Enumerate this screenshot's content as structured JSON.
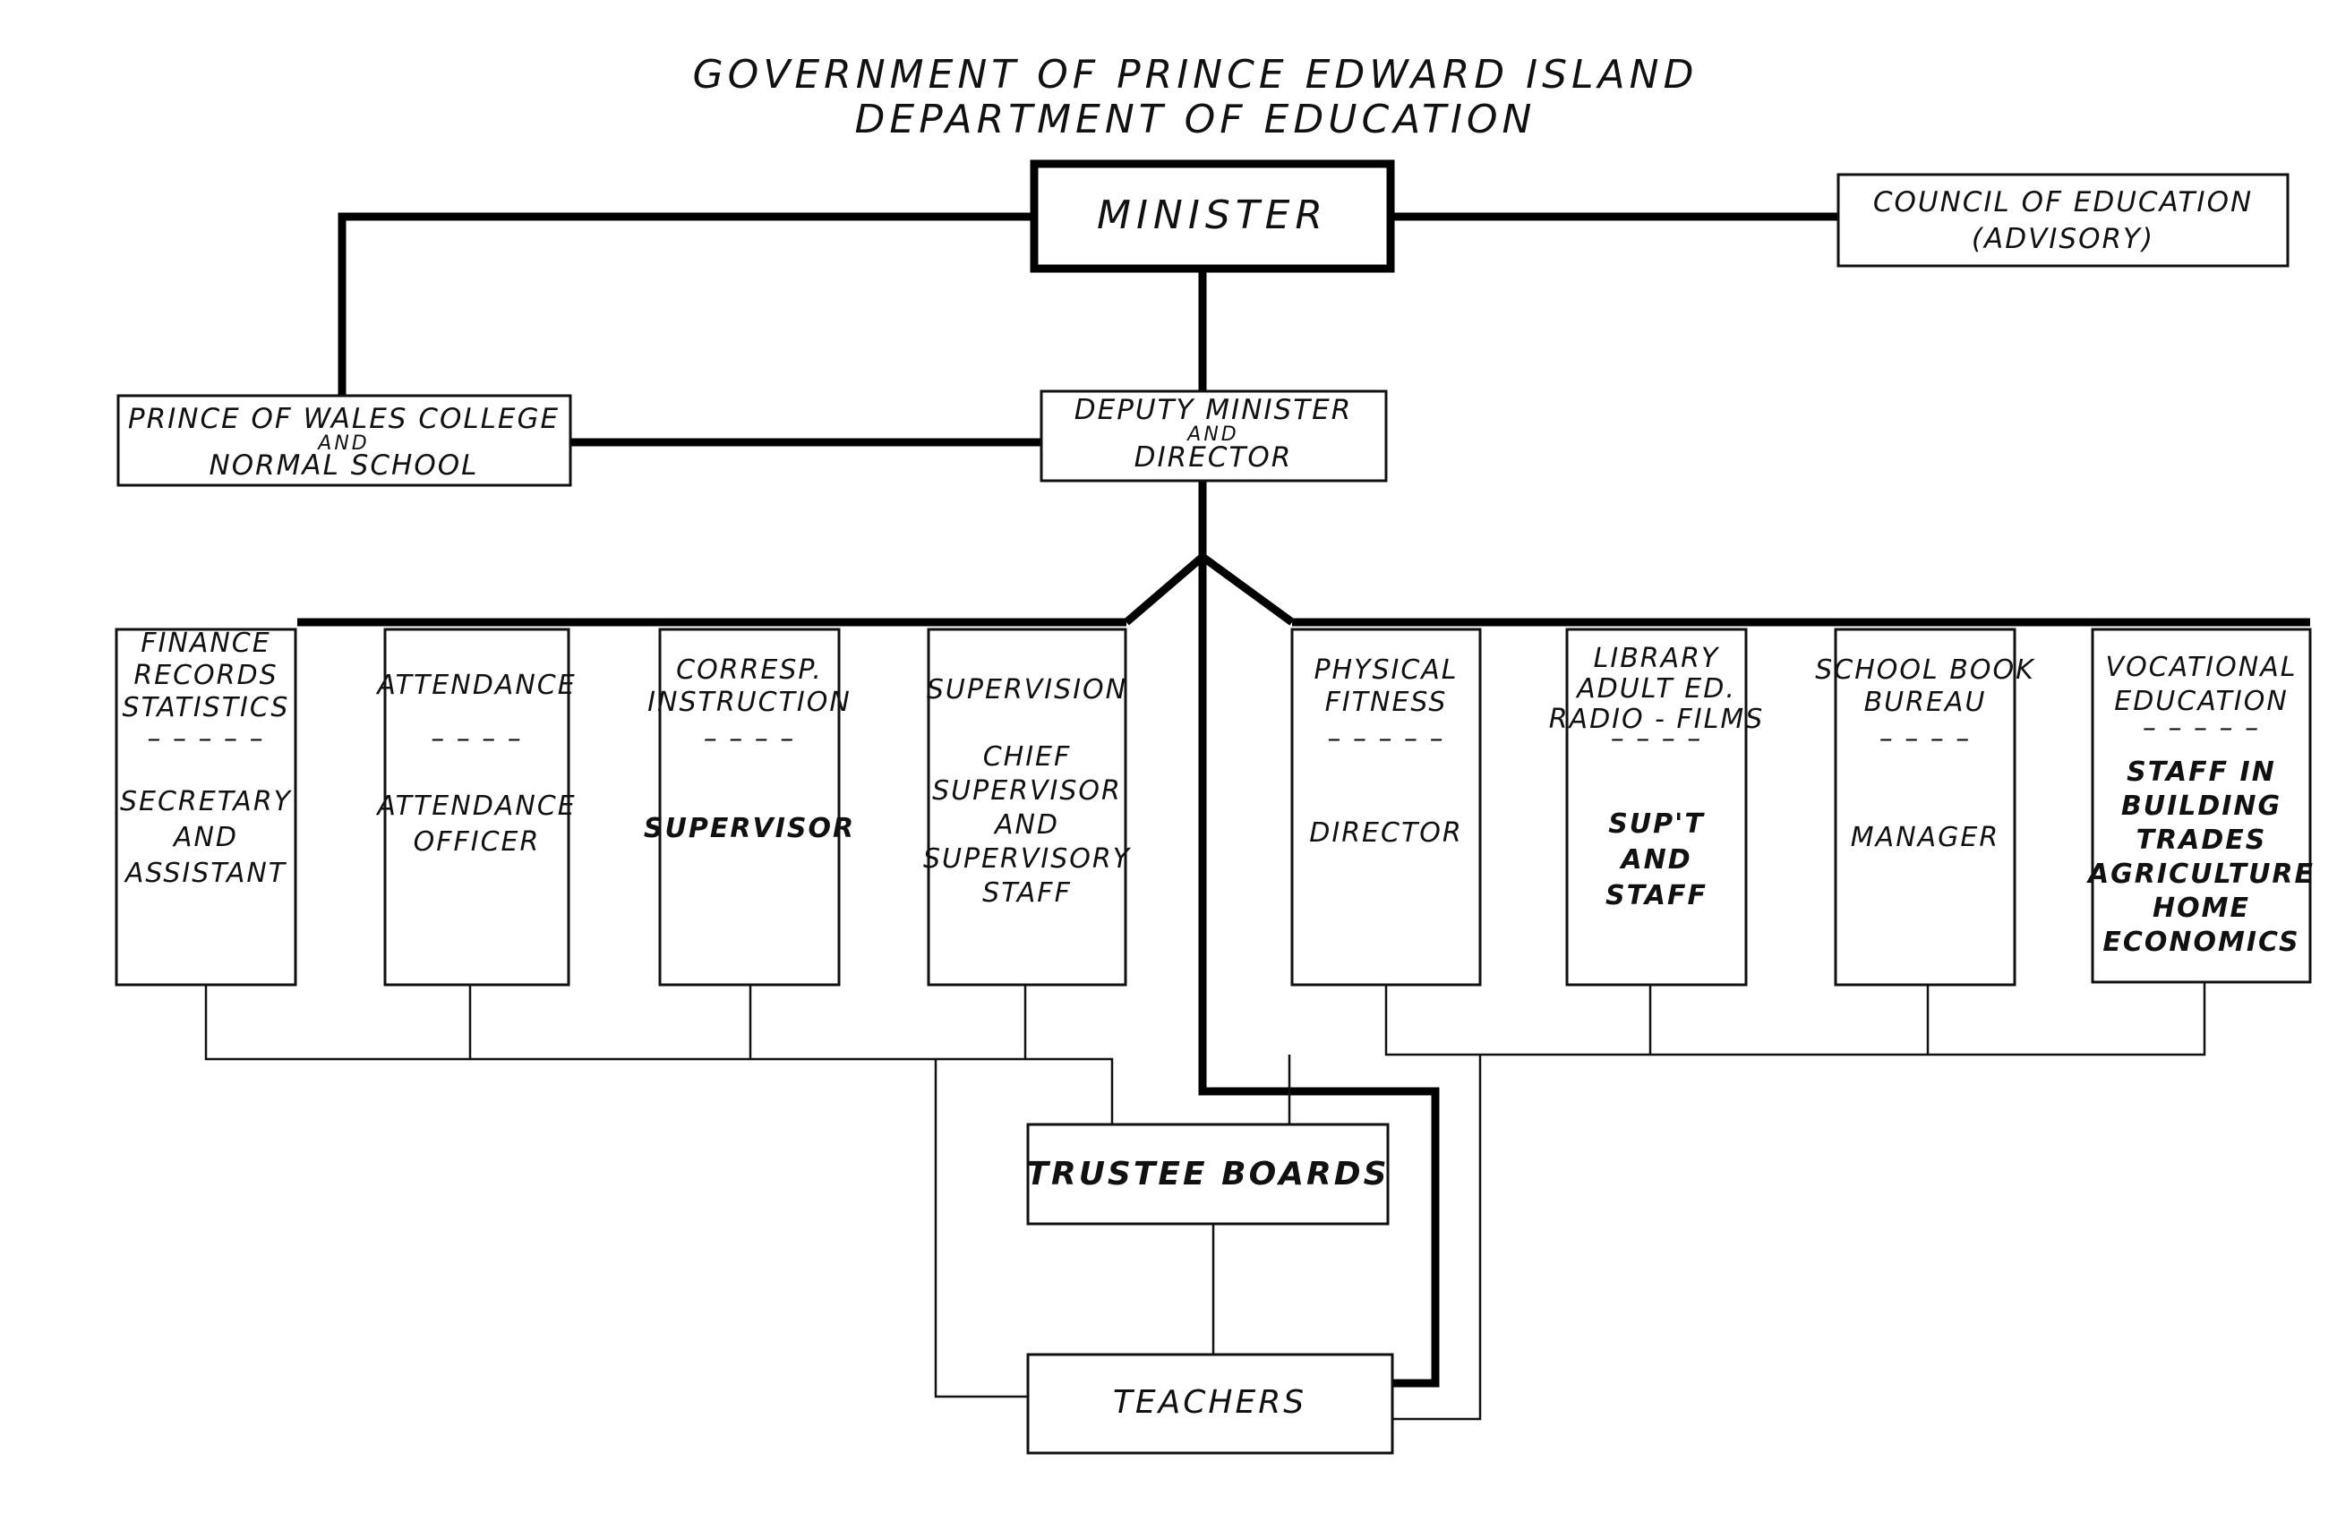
{
  "title": {
    "line1": "GOVERNMENT OF PRINCE EDWARD ISLAND",
    "line2": "DEPARTMENT OF EDUCATION"
  },
  "minister": {
    "label": "MINISTER"
  },
  "council": {
    "line1": "COUNCIL OF EDUCATION",
    "line2": "(ADVISORY)"
  },
  "college": {
    "line1": "PRINCE OF WALES COLLEGE",
    "line2": "AND",
    "line3": "NORMAL SCHOOL"
  },
  "deputy": {
    "line1": "DEPUTY MINISTER",
    "line2": "AND",
    "line3": "DIRECTOR"
  },
  "departments": [
    {
      "top": [
        "FINANCE",
        "RECORDS",
        "STATISTICS"
      ],
      "divider": "– – – – –",
      "bottom": [
        "SECRETARY",
        "AND",
        "ASSISTANT"
      ]
    },
    {
      "top": [
        "ATTENDANCE"
      ],
      "divider": "– – – –",
      "bottom": [
        "ATTENDANCE",
        "OFFICER"
      ]
    },
    {
      "top": [
        "CORRESP.",
        "INSTRUCTION"
      ],
      "divider": "– – – –",
      "bottom": [
        "SUPERVISOR"
      ]
    },
    {
      "top": [
        "SUPERVISION"
      ],
      "divider": "",
      "bottom": [
        "CHIEF",
        "SUPERVISOR",
        "AND",
        "SUPERVISORY",
        "STAFF"
      ]
    },
    {
      "top": [
        "PHYSICAL",
        "FITNESS"
      ],
      "divider": "– – – – –",
      "bottom": [
        "DIRECTOR"
      ]
    },
    {
      "top": [
        "LIBRARY",
        "ADULT ED.",
        "RADIO - FILMS"
      ],
      "divider": "– – – –",
      "bottom": [
        "SUP'T",
        "AND",
        "STAFF"
      ]
    },
    {
      "top": [
        "SCHOOL BOOK",
        "BUREAU"
      ],
      "divider": "– – – –",
      "bottom": [
        "MANAGER"
      ]
    },
    {
      "top": [
        "VOCATIONAL",
        "EDUCATION"
      ],
      "divider": "– – – – –",
      "bottom": [
        "STAFF IN",
        "BUILDING",
        "TRADES",
        "AGRICULTURE",
        "HOME",
        "ECONOMICS"
      ]
    }
  ],
  "trustee": {
    "label": "TRUSTEE BOARDS"
  },
  "teachers": {
    "label": "TEACHERS"
  }
}
